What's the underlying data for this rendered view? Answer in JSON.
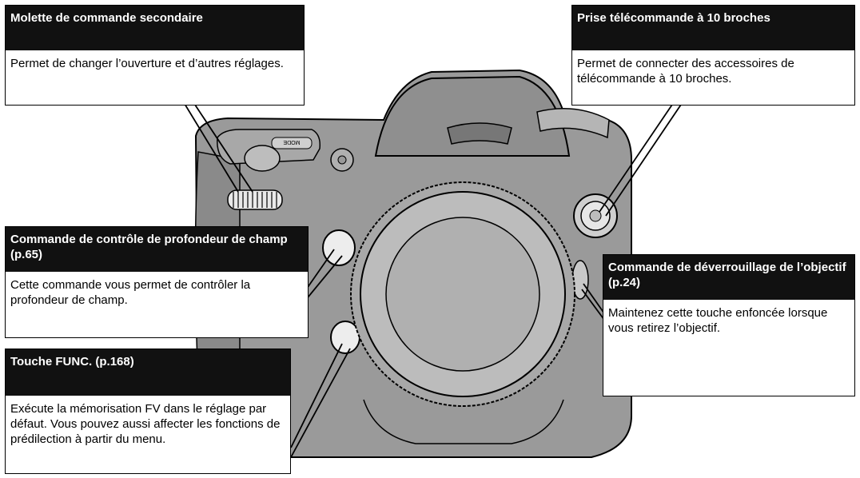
{
  "callouts": {
    "sub_dial": {
      "title": "Molette de commande secondaire",
      "description": "Permet de changer l’ouverture et d’autres réglages."
    },
    "remote_terminal": {
      "title": "Prise télécommande à 10 broches",
      "description": "Permet de connecter des accessoires de télécommande à 10 broches."
    },
    "depth_of_field": {
      "title": "Commande de contrôle de profondeur de champ (p.65)",
      "description": "Cette commande vous permet de contrôler la profondeur de champ."
    },
    "lens_release": {
      "title": "Commande de déverrouillage de l’objectif (p.24)",
      "description": "Maintenez cette touche enfoncée lorsque vous retirez l’objectif."
    },
    "func_button": {
      "title": "Touche FUNC. (p.168)",
      "description": "Exécute la mémorisation FV dans le réglage par défaut. Vous pouvez aussi affecter les fonctions de prédilection à partir du menu."
    }
  },
  "camera_labels": {
    "mode_button": "MODE"
  },
  "colors": {
    "title_bg": "#111111",
    "body_gray": "#9a9a9a",
    "body_dark": "#7e7e7e",
    "lens_mount_gray": "#a8a8a8"
  }
}
